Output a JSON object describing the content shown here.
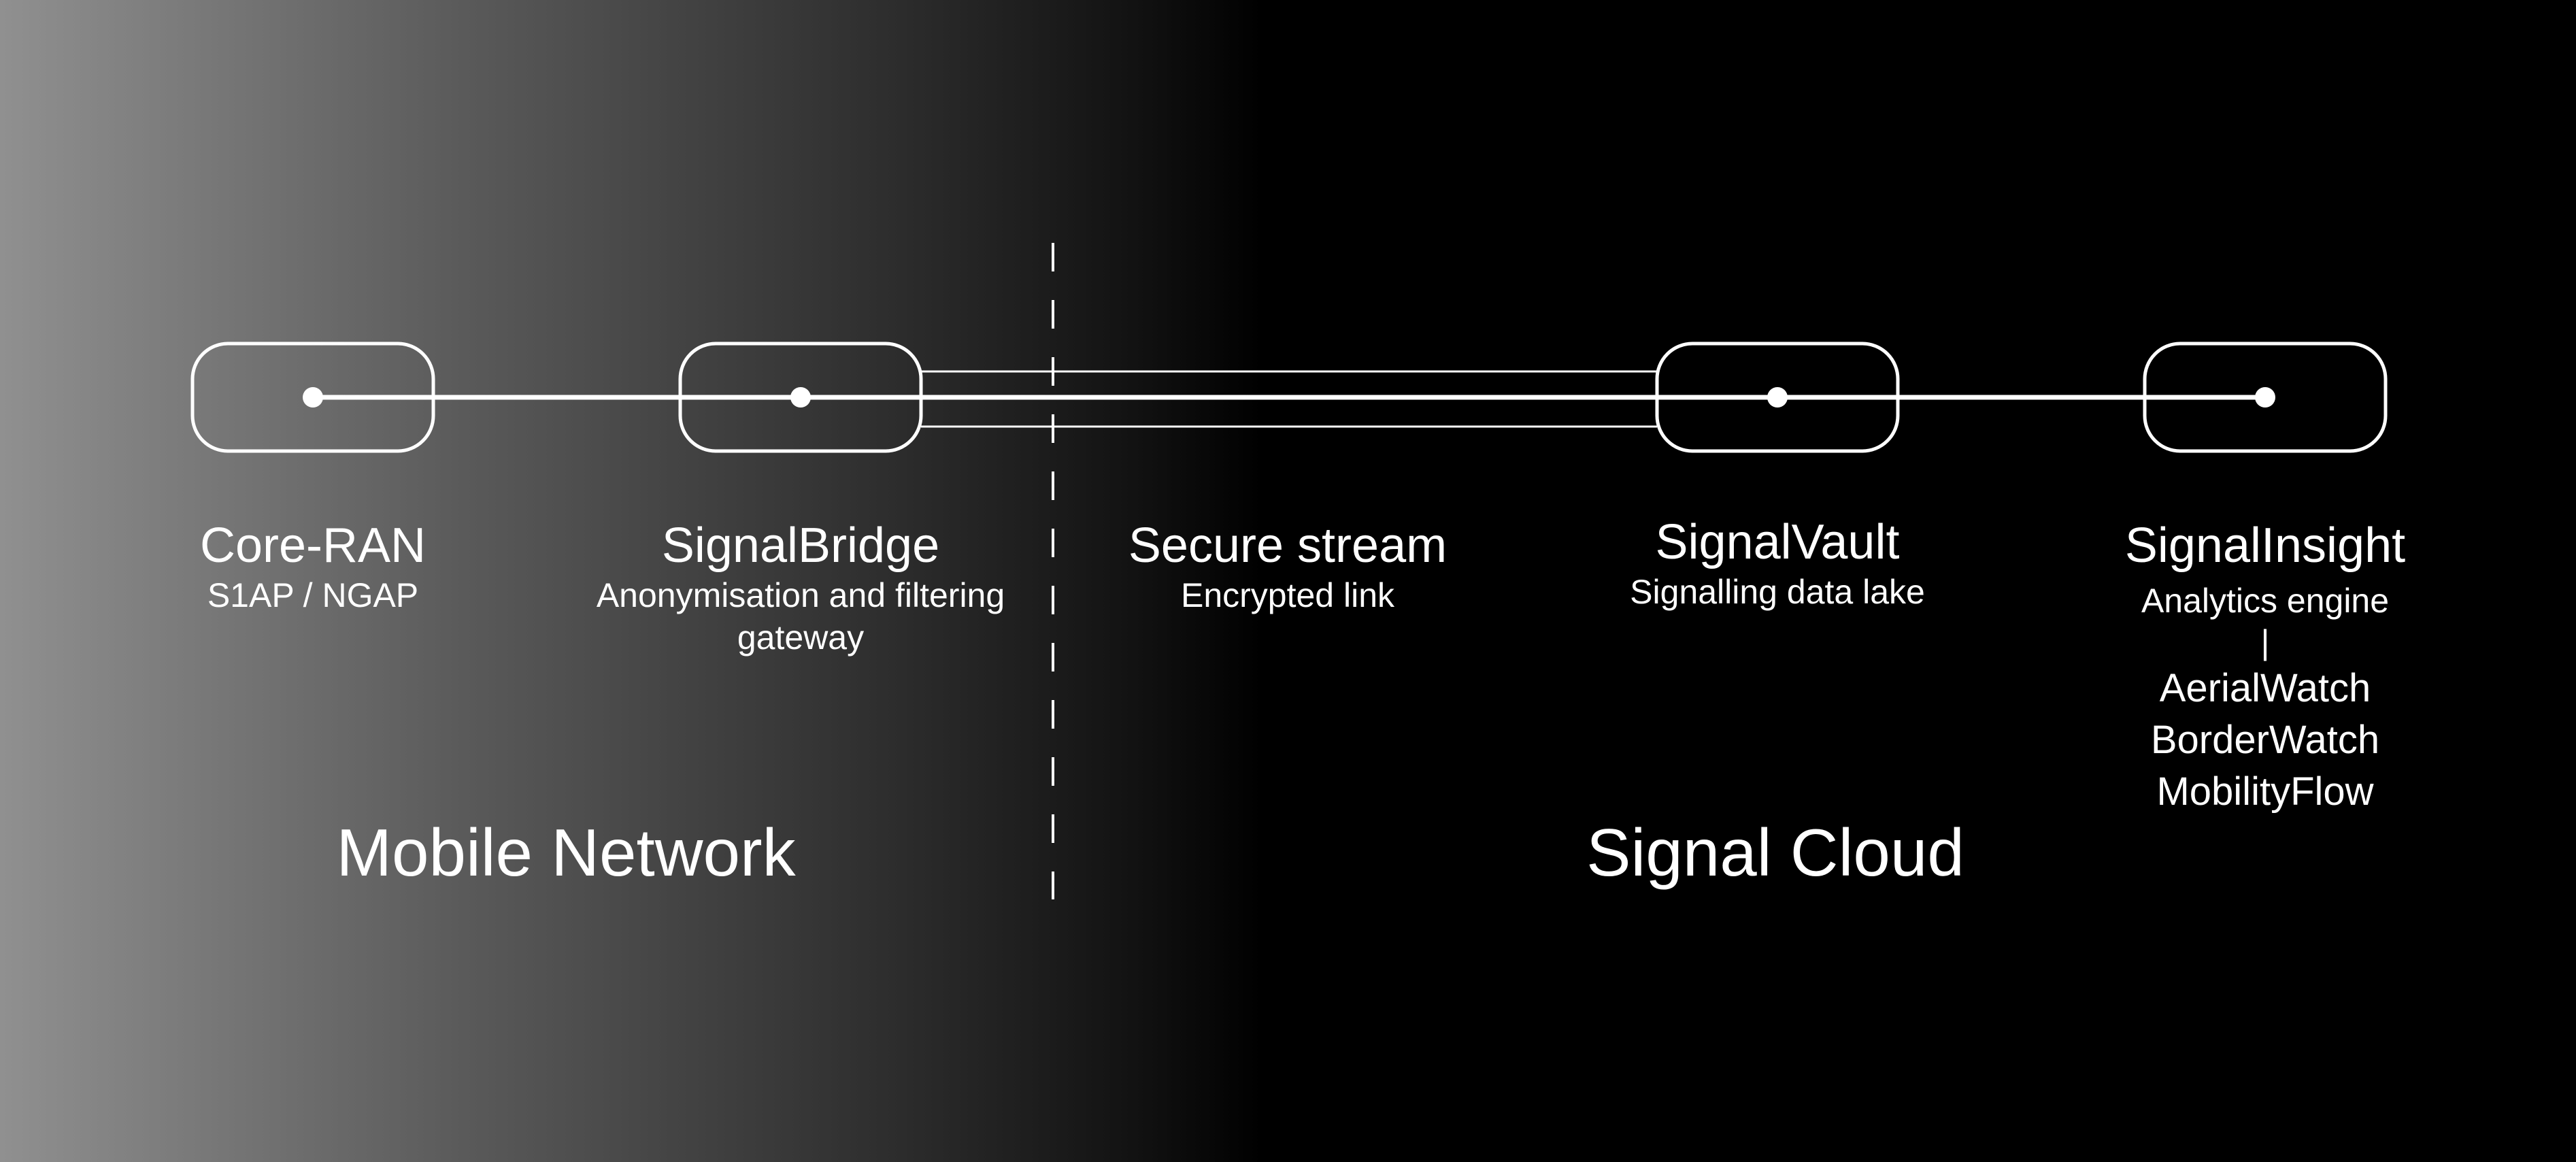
{
  "nodes": [
    {
      "title": "Core-RAN",
      "subtitle": "S1AP / NGAP"
    },
    {
      "title": "SignalBridge",
      "subtitle": "Anonymisation and filtering gateway"
    },
    {
      "title": "SignalVault",
      "subtitle": "Signalling data lake"
    },
    {
      "title": "SignalInsight",
      "subtitle": "Analytics engine",
      "separator": "|",
      "products": [
        "AerialWatch",
        "BorderWatch",
        "MobilityFlow"
      ]
    }
  ],
  "link": {
    "title": "Secure stream",
    "subtitle": "Encrypted link"
  },
  "regions": {
    "left": "Mobile Network",
    "right": "Signal Cloud"
  },
  "colors": {
    "foreground": "#ffffff",
    "background_left": "#909090",
    "background_right": "#000000"
  }
}
